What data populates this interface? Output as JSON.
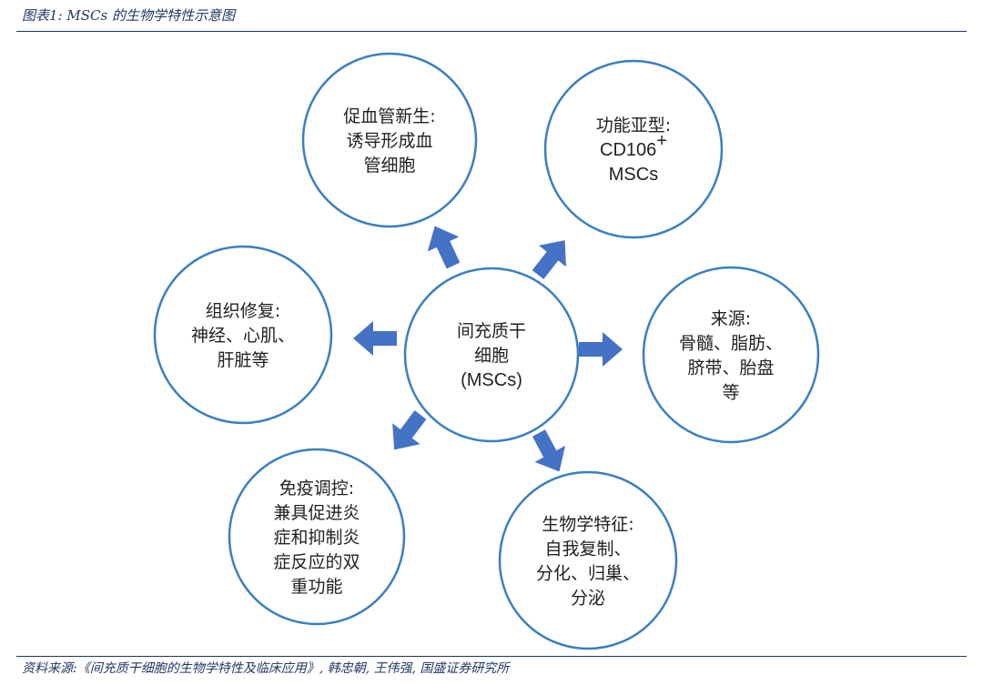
{
  "caption": "图表1:  MSCs 的生物学特性示意图",
  "source": "资料来源:《间充质干细胞的生物学特性及临床应用》, 韩忠朝, 王伟强, 国盛证券研究所",
  "colors": {
    "circle_stroke": "#3a7fc1",
    "arrow_fill": "#4472c4",
    "text": "#222222",
    "rule": "#1f3864"
  },
  "diagram": {
    "center": {
      "lines": [
        "间充质干",
        "细胞",
        "(MSCs)"
      ]
    },
    "nodes": [
      {
        "id": "angiogenesis",
        "lines": [
          "促血管新生:",
          "诱导形成血",
          "管细胞"
        ]
      },
      {
        "id": "subtype",
        "lines": [
          "功能亚型:",
          "CD106",
          "MSCs"
        ],
        "superscript": "+"
      },
      {
        "id": "tissue-repair",
        "lines": [
          "组织修复:",
          "神经、心肌、",
          "肝脏等"
        ]
      },
      {
        "id": "source",
        "lines": [
          "来源:",
          "骨髓、脂肪、",
          "脐带、胎盘",
          "等"
        ]
      },
      {
        "id": "immune",
        "lines": [
          "免疫调控:",
          "兼具促进炎",
          "症和抑制炎",
          "症反应的双",
          "重功能"
        ]
      },
      {
        "id": "biology",
        "lines": [
          "生物学特征:",
          "自我复制、",
          "分化、归巢、",
          "分泌"
        ]
      }
    ]
  }
}
